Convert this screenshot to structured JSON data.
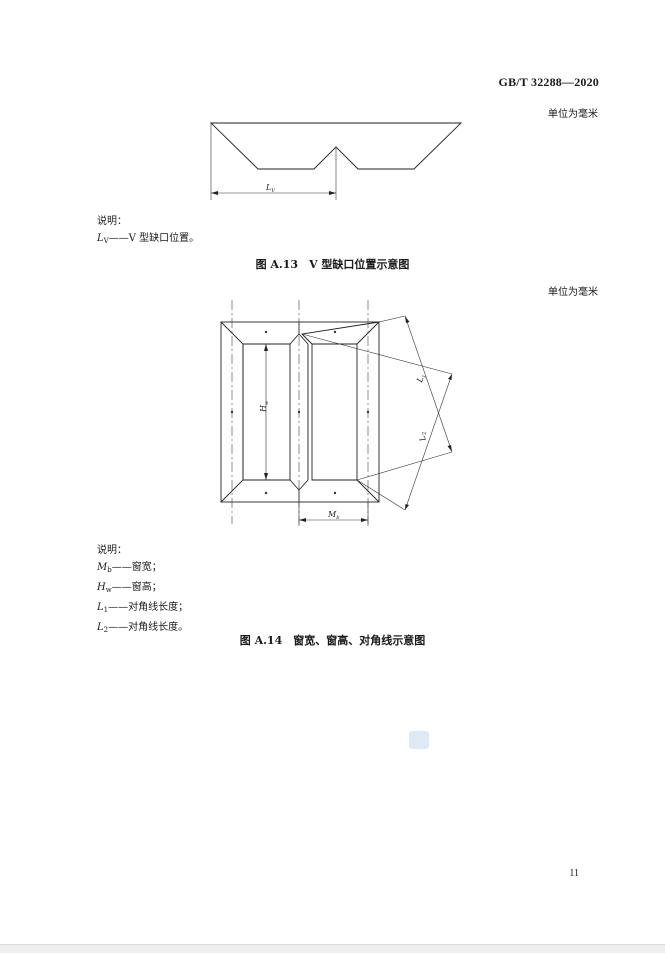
{
  "header": {
    "standard_number": "GB/T 32288—2020"
  },
  "figure_a13": {
    "unit_note": "单位为毫米",
    "dim_label": "L",
    "dim_label_sub": "V",
    "legend_title": "说明：",
    "legend_items": [
      {
        "symbol": "L",
        "sub": "V",
        "text": "——V 型缺口位置。"
      }
    ],
    "caption": "图 A.13　V 型缺口位置示意图"
  },
  "figure_a14": {
    "unit_note": "单位为毫米",
    "labels": {
      "height": "H",
      "height_sub": "w",
      "width": "M",
      "width_sub": "b",
      "diag1": "L",
      "diag1_sub": "1",
      "diag2": "L",
      "diag2_sub": "2"
    },
    "legend_title": "说明：",
    "legend_items": [
      {
        "symbol": "M",
        "sub": "b",
        "text": "——窗宽；"
      },
      {
        "symbol": "H",
        "sub": "w",
        "text": "——窗高；"
      },
      {
        "symbol": "L",
        "sub": "1",
        "text": "——对角线长度；"
      },
      {
        "symbol": "L",
        "sub": "2",
        "text": "——对角线长度。"
      }
    ],
    "caption": "图 A.14　窗宽、窗高、对角线示意图"
  },
  "page_number": "11"
}
